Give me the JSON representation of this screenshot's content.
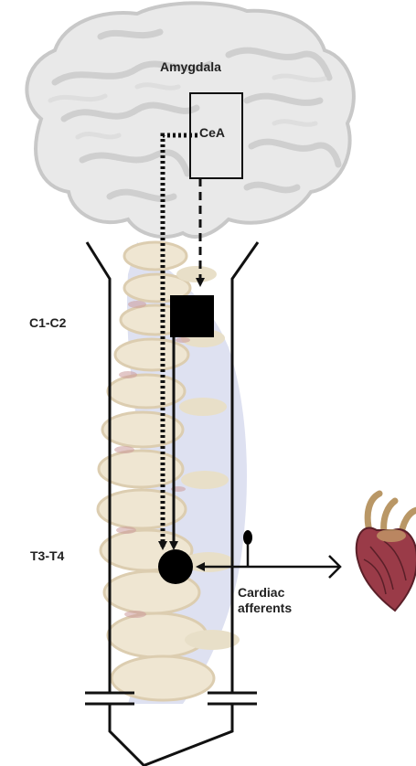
{
  "labels": {
    "amygdala": "Amygdala",
    "cea": "CeA",
    "c1c2": "C1-C2",
    "t3t4": "T3-T4",
    "cardiac_line1": "Cardiac",
    "cardiac_line2": "afferents"
  },
  "colors": {
    "brain_fill": "#e9e9e9",
    "brain_stroke": "#c9c9c9",
    "vertebra_fill": "#efe6d2",
    "vertebra_stroke": "#d8c7a6",
    "vertebra_accent": "#c9a2a2",
    "spine_shadow": "#c9cbe6",
    "line": "#111111",
    "heart_body": "#9a3b48",
    "heart_vessels": "#c4a06a"
  },
  "icons": {
    "brain": "brain-illustration",
    "spine": "spinal-column-illustration",
    "heart": "heart-icon"
  }
}
